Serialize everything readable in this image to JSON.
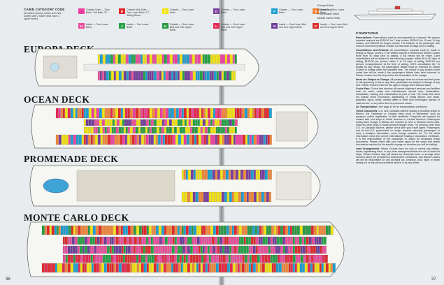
{
  "legend": {
    "title": "CABIN CATEGORY CODE",
    "note": "All cabins (except suites and mini-suites) with 2 lower beds have 2 upper berths.",
    "items": [
      {
        "code": "",
        "color": "#ee3fa0",
        "label": "Outside Suite — Twin Beds, Tub Bath, TV"
      },
      {
        "code": "B",
        "color": "#e2292b",
        "label": "Outside Mini-Suite — Two Lower Beds, TV, Sitting Room"
      },
      {
        "code": "C",
        "color": "#f2e312",
        "label": "Outside — Two Lower Beds"
      },
      {
        "code": "D",
        "color": "#7b3f9e",
        "label": "Outside — Two Lower Beds"
      },
      {
        "code": "F",
        "color": "#1f9ecf",
        "label": "Outside — Two Lower Beds"
      },
      {
        "code": "G",
        "color": "#f1873a",
        "label": "Outside — Two Lower Beds"
      },
      {
        "code": "H",
        "color": "#e94f9c",
        "label": "Inside — Two Lower Beds"
      },
      {
        "code": "J",
        "color": "#24a346",
        "label": "Inside — Two Lower Beds"
      },
      {
        "code": "K",
        "color": "#2c9a44",
        "label": "Outside — One Lower Bed and One Upper Berth"
      },
      {
        "code": "L",
        "color": "#e52a52",
        "label": "Outside — One Lower Bed and One Upper Berth"
      },
      {
        "code": "N",
        "color": "#6f3f99",
        "label": "Inside — One Lower Bed and One Upper Berth"
      },
      {
        "code": "P",
        "color": "#dc2d2d",
        "label": "Inside — One Lower Bed and One Upper Berth"
      }
    ]
  },
  "decks": [
    {
      "name": "EUROPA DECK"
    },
    {
      "name": "OCEAN DECK"
    },
    {
      "name": "PROMENADE DECK"
    },
    {
      "name": "MONTE CARLO DECK"
    }
  ],
  "profile_labels": [
    "Europa Deck",
    "Ocean Deck",
    "Promenade Deck",
    "Monte Carlo Deck"
  ],
  "conditions": {
    "heading": "CONDITIONS",
    "paragraphs": [
      {
        "lead": "Reservations:",
        "text": " Reservations must be accompanied by a deposit. Per person deposits required are $150.00 for 7 day cruises, $200.00 for 10 and 11 day cruises, and $300.00 for longer cruises. The balance of the passenger fare must be received by Sitmar Cruises not less than 60 days prior to sailing."
      },
      {
        "lead": "Cancellations and Refunds:",
        "text": " All cancellations requests must be made in writing to Sitmar Cruises. If the written request is received by Sitmar Cruises more than 60 days prior to sailing, a full refund will be made. Later cancellations will be subject to the following charges: within 59 to 60 days of sailing, $100.00 per person; within 1 to 15 days of sailing, $200.00 per person; nonappearance at the time of sailing, 100% cancellation fee. To qualify for any refund, the passenger's tickets must be received by Sitmar Cruises in writing within the specified time. The refund of any portion of the cruise fare will be made if the passenger's tickets have been returned to Sitmar Cruises from the ship before the termination of the voyage."
      },
      {
        "lead": "Fares are Subject to Change:",
        "text": " All passenger fares for cruises and their ports of call appearing in this or any other publication are subject to change at any time. Sitmar Cruises reserves the right to change fares without notice."
      },
      {
        "lead": "Cruise Fare:",
        "text": " Cruise fare includes all normal shipboard services and facilities such as cabin, meals and entertainment aboard ship, embarkation, debarkation, landing and embarkation at ports of call. The cruise fare does not include shore excursions, sightseeing or meals ashore, port taxes, gratuities, liquor, wines, mineral water or other such beverages, laundry or valet service, or any other item of a personal nature."
      },
      {
        "lead": "Air Transportation:",
        "text": " See page 43 for air transportation conditions."
      },
      {
        "lead": "Travel Documents:",
        "text": " U.S. and Canadian citizens making a roundtrip cruise to Mexico, the Caribbean or Canada need proof of citizenship, such as passport, voter's registration or birth certificate. Passports are required for cruises with port stops in South America or Central America. Passengers ending their voyage in Mexico are required to have a Mexican tourist card. Visas for other stops in South America require visas. For persons other than U.S. or Canadian citizens, please check with your travel agent. Passengers and all non-U.S. government no longer requires returning passengers to have a smallpox vaccination, some foreign countries do. For the latest information check the current International Smallpox Vaccination Certificate. It is the responsibility of the passenger to obtain all necessary travel documents. Please check with your travel agent for the travel and health documents required for the specific voyage on countries you will be visiting."
      },
      {
        "lead": "Land Arrangements:",
        "text": " Sitmar Cruises does not own or control any airlines, buses, sightseeing tours, or any other arrangements that are not on board its ships. Sitmar Cruises may sell tickets for shoreside tours or arrange other services which are provided by independent contractors, and Sitmar Cruises will not be responsible for any wrongful act, omission, loss, injury or death arising out of any service provided ashore or by any airline."
      }
    ]
  },
  "page_numbers": {
    "left": "36",
    "right": "37"
  }
}
